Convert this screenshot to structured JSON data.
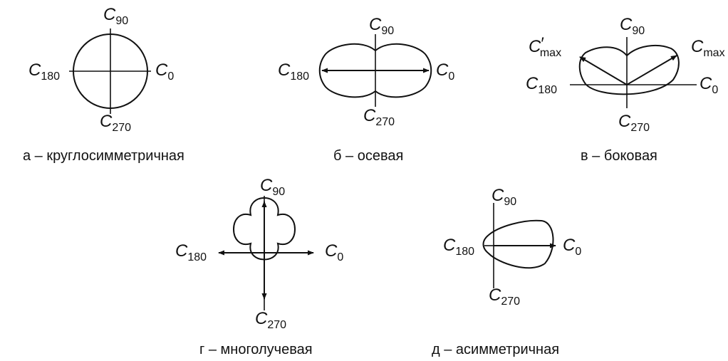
{
  "colors": {
    "ink": "#111111",
    "background": "#ffffff"
  },
  "axis_letter": "C",
  "max_prime": "′",
  "diagrams": {
    "a": {
      "caption": "а – круглосимметричная",
      "c0": "0",
      "c90": "90",
      "c180": "180",
      "c270": "270"
    },
    "b": {
      "caption": "б – осевая",
      "c0": "0",
      "c90": "90",
      "c180": "180",
      "c270": "270"
    },
    "v": {
      "caption": "в – боковая",
      "c0": "0",
      "c90": "90",
      "c180": "180",
      "c270": "270",
      "cmax": "max",
      "cmax_prime": "max"
    },
    "g": {
      "caption": "г – многолучевая",
      "c0": "0",
      "c90": "90",
      "c180": "180",
      "c270": "270"
    },
    "d": {
      "caption": "д – асимметричная",
      "c0": "0",
      "c90": "90",
      "c180": "180",
      "c270": "270"
    }
  }
}
